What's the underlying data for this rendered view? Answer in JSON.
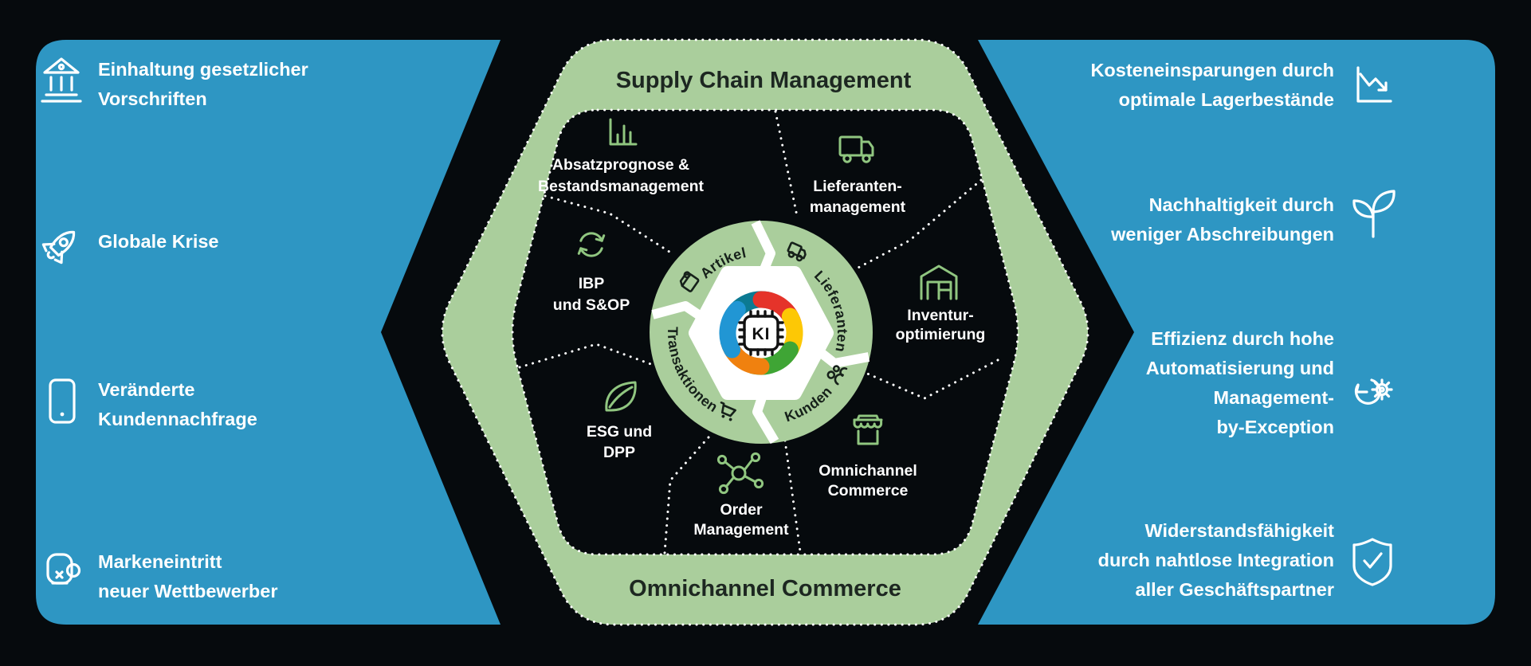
{
  "colors": {
    "background": "#060a0d",
    "panel_blue": "#2e96c3",
    "hex_green": "#aace9c",
    "icon_green": "#90c680",
    "text_dark": "#1d2721",
    "text_white": "#ffffff",
    "swirl": [
      "#0c7a93",
      "#2196d4",
      "#f0810f",
      "#3fa535",
      "#fdc805",
      "#e5332a"
    ]
  },
  "left_panel": {
    "items": [
      {
        "icon": "bank-icon",
        "lines": [
          "Einhaltung gesetzlicher",
          "Vorschriften"
        ]
      },
      {
        "icon": "rocket-icon",
        "lines": [
          "Globale Krise"
        ]
      },
      {
        "icon": "smartphone-icon",
        "lines": [
          "Veränderte",
          "Kundennachfrage"
        ]
      },
      {
        "icon": "boxing-glove-icon",
        "lines": [
          "Markeneintritt",
          "neuer Wettbewerber"
        ]
      }
    ]
  },
  "right_panel": {
    "items": [
      {
        "icon": "chart-down-icon",
        "lines": [
          "Kosteneinsparungen durch",
          "optimale Lagerbestände"
        ]
      },
      {
        "icon": "seedling-icon",
        "lines": [
          "Nachhaltigkeit durch",
          "weniger Abschreibungen"
        ]
      },
      {
        "icon": "bulb-gear-icon",
        "lines": [
          "Effizienz durch hohe",
          "Automatisierung und",
          "Management-",
          "by-Exception"
        ]
      },
      {
        "icon": "shield-check-icon",
        "lines": [
          "Widerstandsfähigkeit",
          "durch nahtlose Integration",
          "aller Geschäftspartner"
        ]
      }
    ]
  },
  "hexagon": {
    "top_label": "Supply Chain Management",
    "bottom_label": "Omnichannel Commerce",
    "sections": [
      {
        "icon": "bar-chart-icon",
        "lines": [
          "Absatzprognose &",
          "Bestandsmanagement"
        ]
      },
      {
        "icon": "truck-icon",
        "lines": [
          "Lieferanten-",
          "management"
        ]
      },
      {
        "icon": "warehouse-icon",
        "lines": [
          "Inventur-",
          "optimierung"
        ]
      },
      {
        "icon": "storefront-icon",
        "lines": [
          "Omnichannel",
          "Commerce"
        ]
      },
      {
        "icon": "network-icon",
        "lines": [
          "Order",
          "Management"
        ]
      },
      {
        "icon": "leaf-icon",
        "lines": [
          "ESG und",
          "DPP"
        ]
      },
      {
        "icon": "sync-icon",
        "lines": [
          "IBP",
          "und S&OP"
        ]
      }
    ]
  },
  "cycle": {
    "segments": [
      {
        "icon": "package-icon",
        "label": "Artikel"
      },
      {
        "icon": "truck-icon",
        "label": "Lieferanten"
      },
      {
        "icon": "customers-icon",
        "label": "Kunden"
      },
      {
        "icon": "cart-icon",
        "label": "Transaktionen"
      }
    ],
    "center_label": "KI"
  }
}
